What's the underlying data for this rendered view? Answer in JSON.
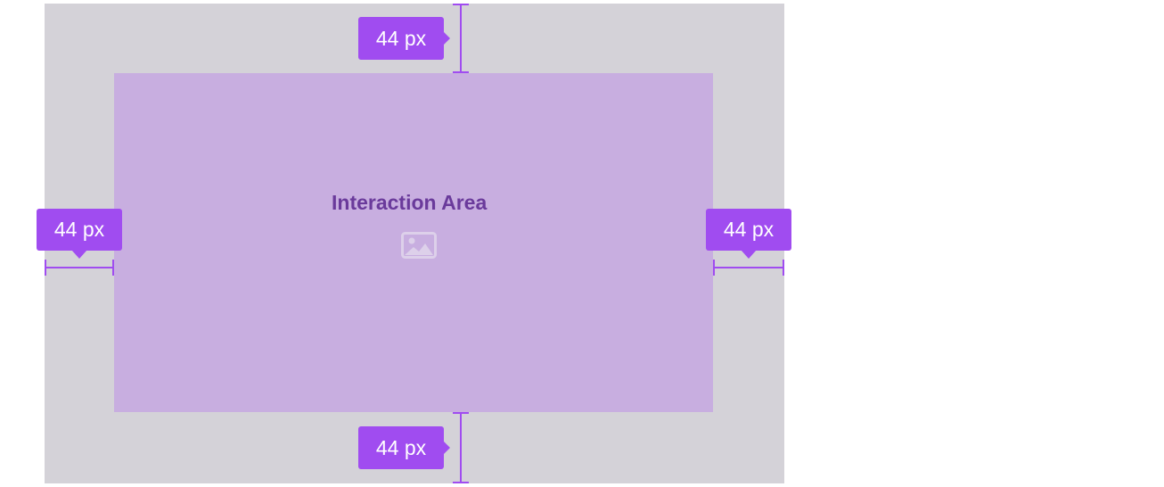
{
  "diagram": {
    "title": "Interaction Area",
    "icon": "image-icon",
    "colors": {
      "outer": "#d4d2d8",
      "inner": "#c8aee0",
      "accent": "#a04cf0",
      "title": "#6a3a9b"
    },
    "measurements": {
      "top": "44 px",
      "bottom": "44 px",
      "left": "44 px",
      "right": "44 px"
    }
  }
}
